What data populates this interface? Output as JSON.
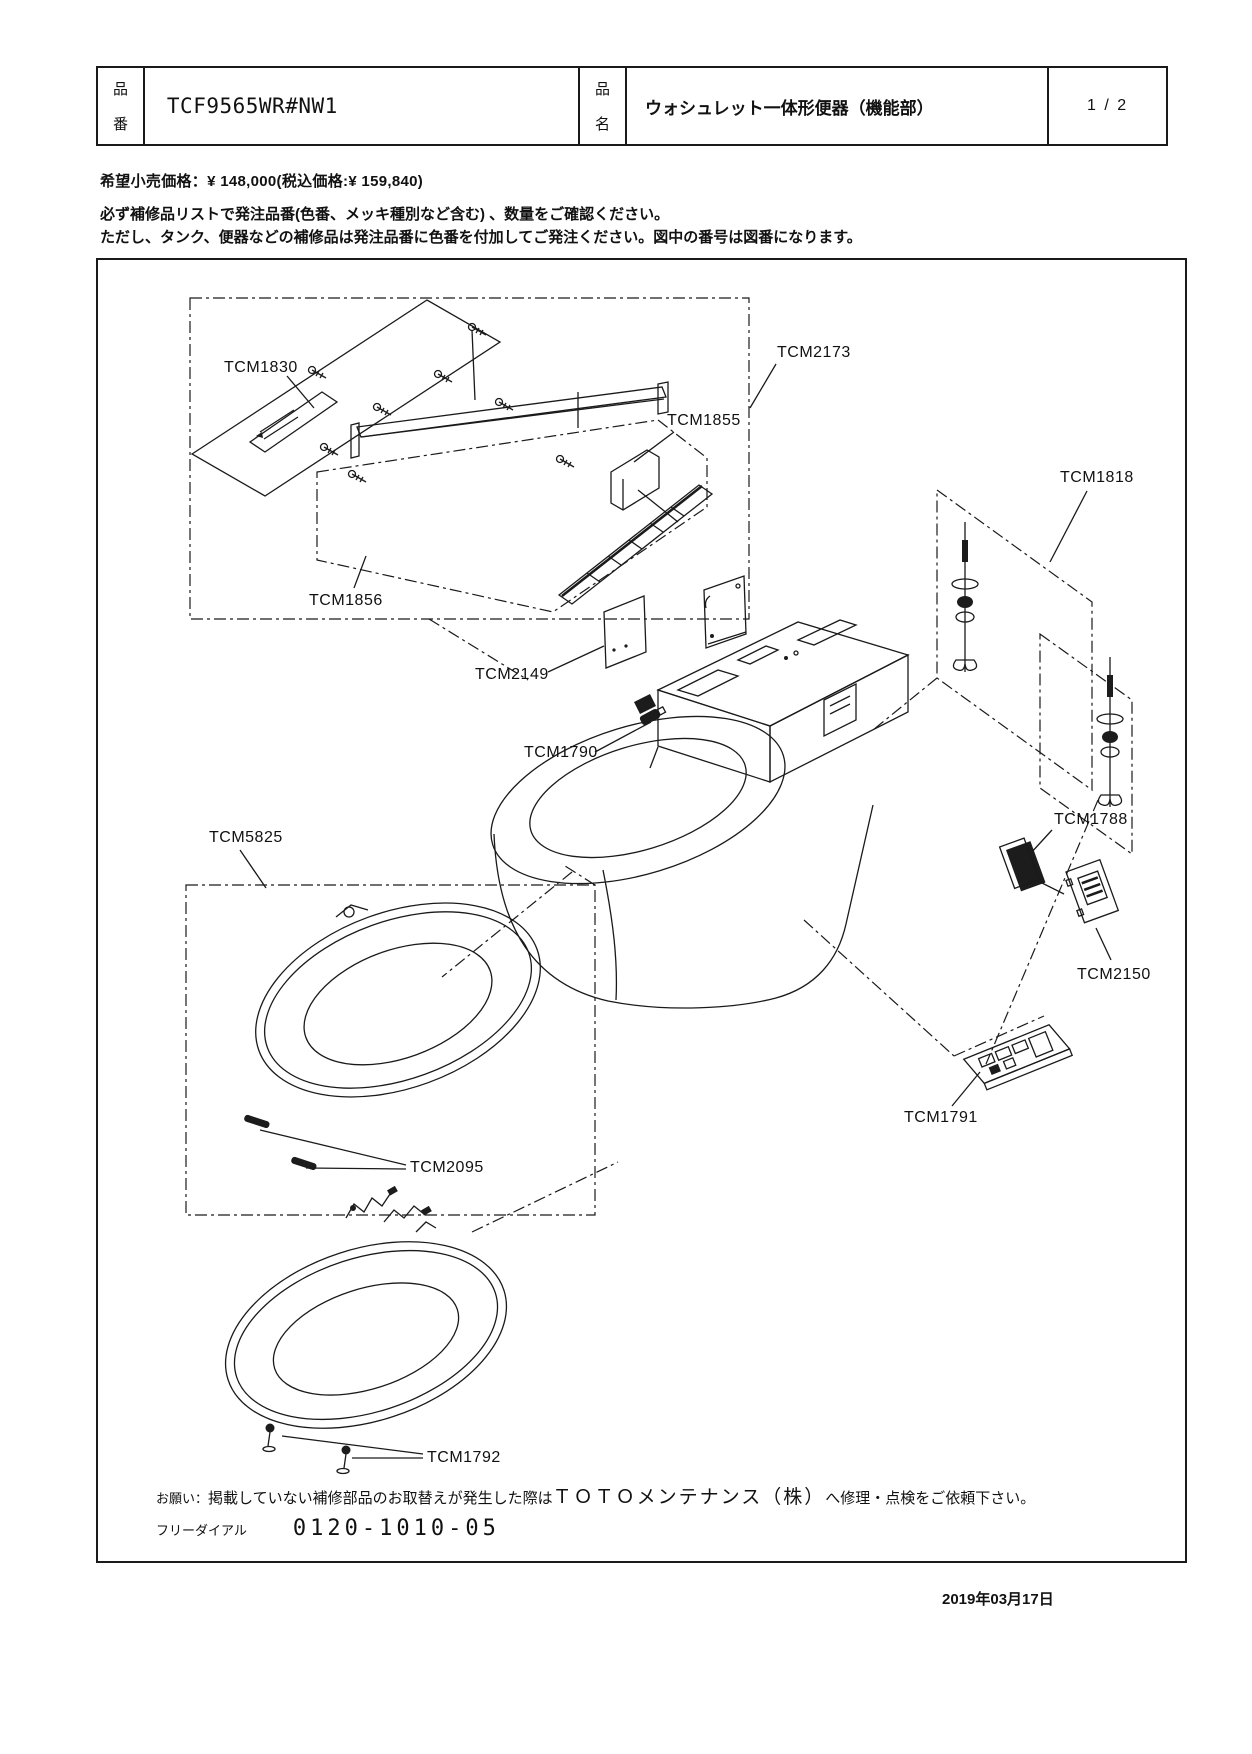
{
  "header": {
    "part_number_label_top": "品",
    "part_number_label_bottom": "番",
    "part_number": "TCF9565WR#NW1",
    "part_name_label_top": "品",
    "part_name_label_bottom": "名",
    "part_name": "ウォシュレット一体形便器（機能部）",
    "page": "1 / 2"
  },
  "price_line": "希望小売価格：¥ 148,000(税込価格:¥ 159,840)",
  "notes": [
    "必ず補修品リストで発注品番(色番、メッキ種別など含む) 、数量をご確認ください。",
    "ただし、タンク、便器などの補修品は発注品番に色番を付加してご発注ください。図中の番号は図番になります。"
  ],
  "diagram": {
    "parts": [
      {
        "code": "TCM1830"
      },
      {
        "code": "TCM2173"
      },
      {
        "code": "TCM1855"
      },
      {
        "code": "TCM1856"
      },
      {
        "code": "TCM2149"
      },
      {
        "code": "TCM1790"
      },
      {
        "code": "TCM1818"
      },
      {
        "code": "TCM5825"
      },
      {
        "code": "TCM1788"
      },
      {
        "code": "TCM2150"
      },
      {
        "code": "TCM1791"
      },
      {
        "code": "TCM2095"
      },
      {
        "code": "TCM1792"
      }
    ]
  },
  "footer": {
    "request_prefix": "お願い：",
    "request_text": "掲載していない補修部品のお取替えが発生した際は",
    "request_brand": "ＴＯＴＯメンテナンス（株）",
    "request_suffix": "へ修理・点検をご依頼下さい。",
    "free_dial_label": "フリーダイアル",
    "free_dial_number": "0120-1010-05"
  },
  "date": "2019年03月17日"
}
